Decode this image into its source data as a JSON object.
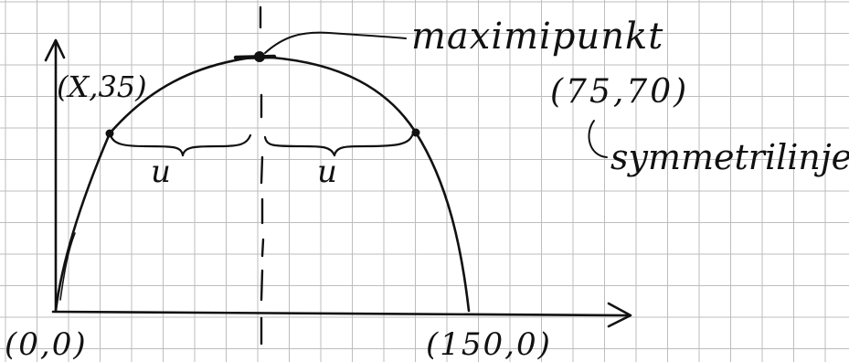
{
  "labels": {
    "origin": "(0,0)",
    "end_point": "(150,0)",
    "left_point": "(X,35)",
    "maximum_label": "maximipunkt",
    "maximum_point": "(75,70)",
    "symmetry_label": "symmetrilinje",
    "left_distance": "u",
    "right_distance": "u"
  },
  "colors": {
    "grid": "#bdbdbd",
    "ink": "#111111"
  }
}
